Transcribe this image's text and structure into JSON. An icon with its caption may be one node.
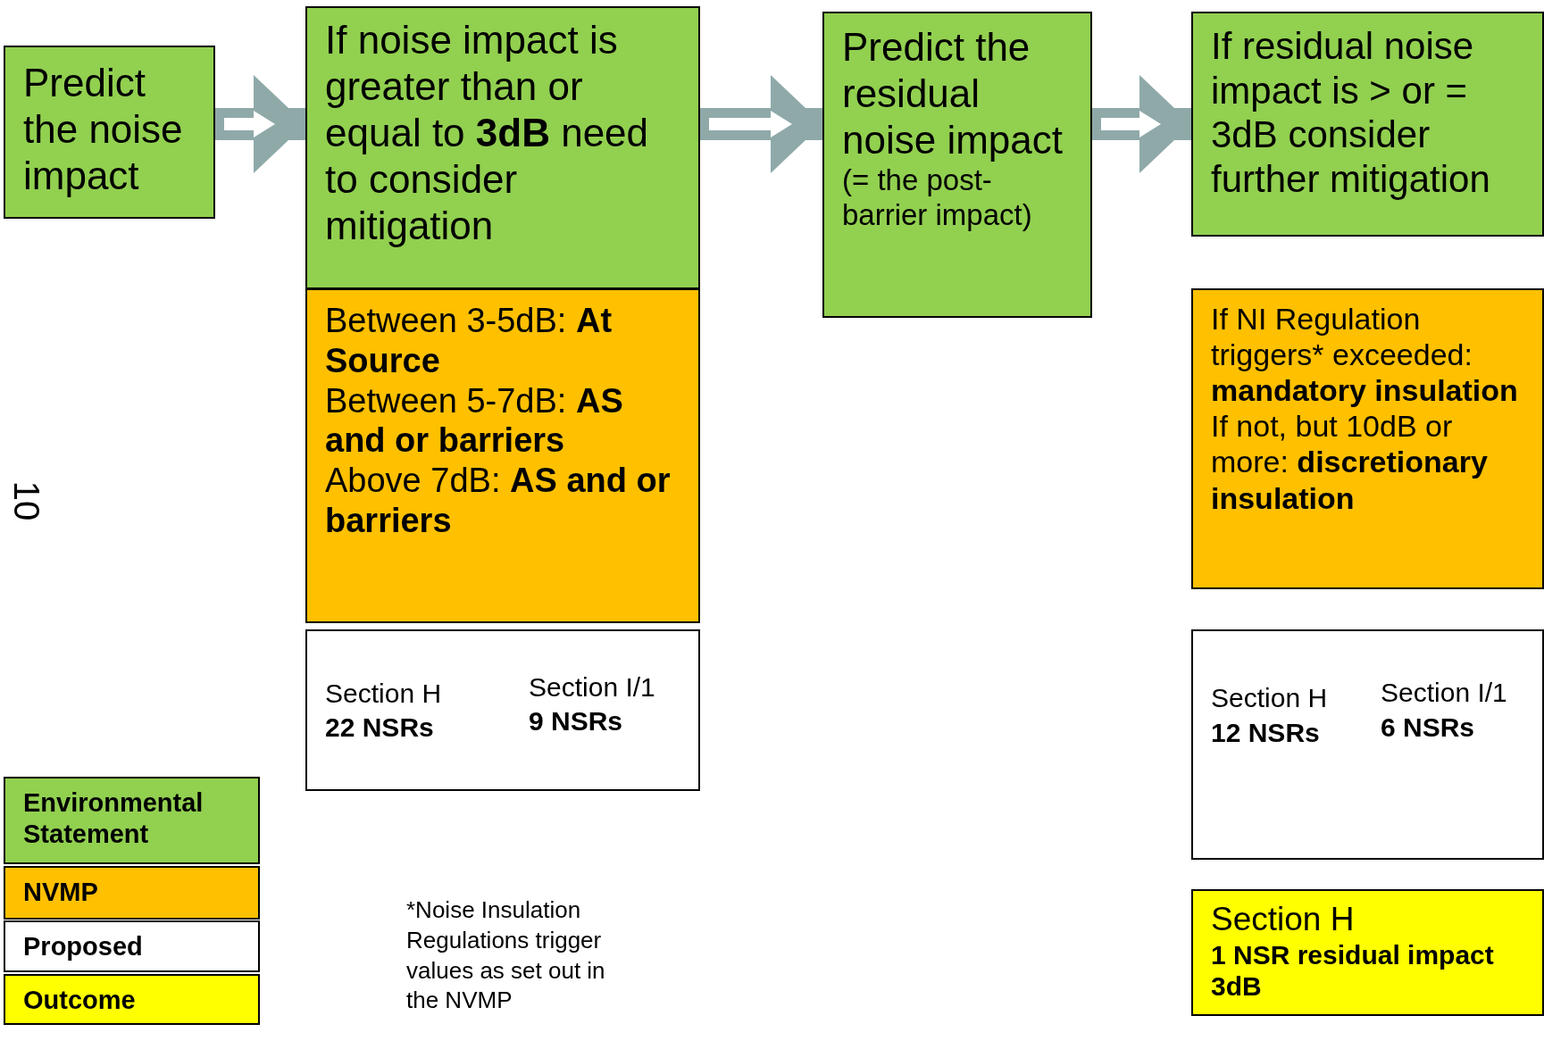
{
  "diagram": {
    "nodes": [
      {
        "text": [
          "Predict the noise impact"
        ]
      },
      {
        "text": [
          "If noise impact is greater than or equal to **3dB** need to consider mitigation"
        ]
      },
      {
        "text": [
          "Between 3-5dB: **At Source**",
          "Between 5-7dB: **AS and or barriers**",
          "Above 7dB: **AS and or barriers**"
        ]
      },
      {
        "text": [
          "Section H",
          "22 NSRs",
          "Section I/1",
          "9 NSRs"
        ]
      },
      {
        "text": [
          "Predict the residual noise impact",
          "(= the post-barrier impact)"
        ]
      },
      {
        "text": [
          "If residual noise impact is > or = 3dB consider further mitigation"
        ]
      },
      {
        "text": [
          "If NI Regulation triggers* exceeded: **mandatory insulation**",
          "If not, but 10dB or more: **discretionary insulation**"
        ]
      },
      {
        "text": [
          "Section H",
          "12 NSRs",
          "Section I/1",
          "6 NSRs"
        ]
      },
      {
        "text": [
          "Section H",
          "1 NSR residual impact 3dB"
        ]
      }
    ],
    "edges": [
      {
        "from": 0,
        "to": 1,
        "arrow": "to"
      },
      {
        "from": 1,
        "to": 4,
        "arrow": "to"
      },
      {
        "from": 4,
        "to": 5,
        "arrow": "to"
      }
    ],
    "labels": [
      "10",
      "*Noise Insulation Regulations trigger values as set out in the NVMP"
    ],
    "legend": [
      {
        "text": "Environmental Statement",
        "color": "#92d050"
      },
      {
        "text": "NVMP",
        "color": "#ffc000"
      },
      {
        "text": "Proposed",
        "color": "#ffffff"
      },
      {
        "text": "Outcome",
        "color": "#ffff00"
      }
    ]
  }
}
